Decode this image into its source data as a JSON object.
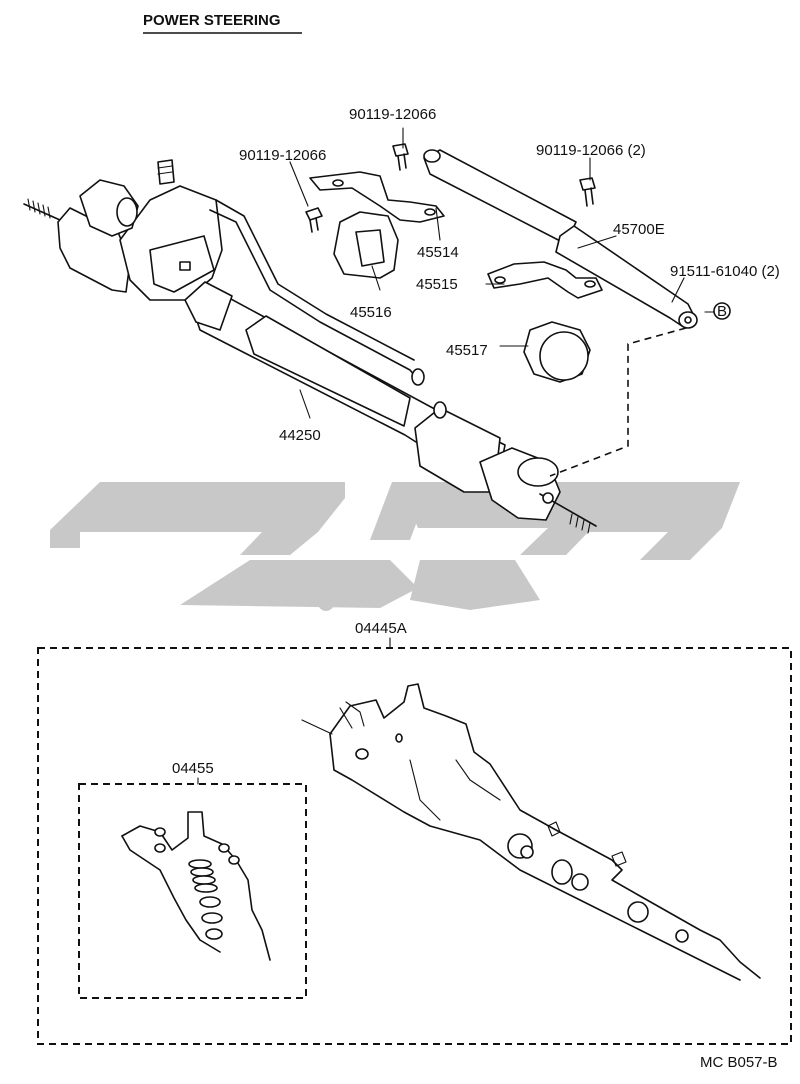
{
  "title": "POWER STEERING",
  "labels": {
    "bolt_left": "90119-12066",
    "bolt_middle": "90119-12066",
    "bolt_right": "90119-12066 (2)",
    "bracket_upper": "45514",
    "bracket_lower": "45515",
    "bushing_large": "45516",
    "bushing_round": "45517",
    "damper": "45700E",
    "damper_bolt": "91511-61040 (2)",
    "b_marker": "B",
    "gear_assy": "44250",
    "kit_outer": "04445A",
    "kit_inner": "04455",
    "diagram_code": "MC B057-B"
  },
  "watermark": {
    "color": "#c8c8c8"
  }
}
